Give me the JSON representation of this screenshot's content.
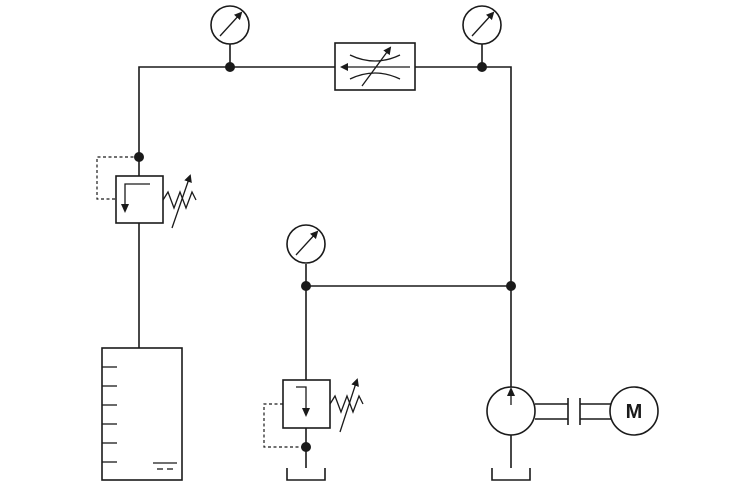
{
  "diagram": {
    "type": "hydraulic-circuit",
    "components": {
      "pressure_gauges": 3,
      "relief_valves": 2,
      "flow_control_valve": "adjustable-throttle",
      "pump": "fixed-displacement",
      "motor_label": "M",
      "reservoir": "graduated-tank"
    },
    "colors": {
      "stroke": "#1a1a1a",
      "background": "#ffffff"
    }
  }
}
